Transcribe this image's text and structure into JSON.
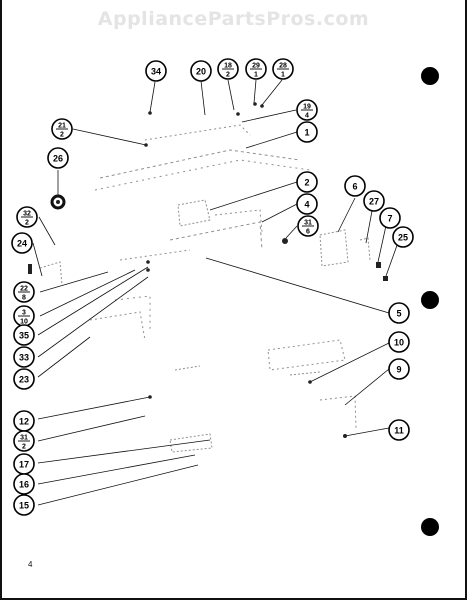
{
  "watermark": "AppliancePartsPros.com",
  "page_number": "4",
  "callouts": [
    {
      "id": "c34",
      "type": "single",
      "top": "34"
    },
    {
      "id": "c20",
      "type": "single",
      "top": "20"
    },
    {
      "id": "c18",
      "type": "fraction",
      "top": "18",
      "bottom": "2"
    },
    {
      "id": "c29",
      "type": "fraction",
      "top": "29",
      "bottom": "1"
    },
    {
      "id": "c28",
      "type": "fraction",
      "top": "28",
      "bottom": "1"
    },
    {
      "id": "c19",
      "type": "fraction",
      "top": "19",
      "bottom": "4"
    },
    {
      "id": "c1",
      "type": "single",
      "top": "1"
    },
    {
      "id": "c21",
      "type": "fraction",
      "top": "21",
      "bottom": "2"
    },
    {
      "id": "c26",
      "type": "single",
      "top": "26"
    },
    {
      "id": "c2",
      "type": "single",
      "top": "2"
    },
    {
      "id": "c6",
      "type": "single",
      "top": "6"
    },
    {
      "id": "c27",
      "type": "single",
      "top": "27"
    },
    {
      "id": "c4",
      "type": "single",
      "top": "4"
    },
    {
      "id": "c7",
      "type": "single",
      "top": "7"
    },
    {
      "id": "c32",
      "type": "fraction",
      "top": "32",
      "bottom": "2"
    },
    {
      "id": "c31a",
      "type": "fraction",
      "top": "31",
      "bottom": "6"
    },
    {
      "id": "c25",
      "type": "single",
      "top": "25"
    },
    {
      "id": "c24",
      "type": "single",
      "top": "24"
    },
    {
      "id": "c22",
      "type": "fraction",
      "top": "22",
      "bottom": "8"
    },
    {
      "id": "c3",
      "type": "fraction",
      "top": "3",
      "bottom": "10"
    },
    {
      "id": "c5",
      "type": "single",
      "top": "5"
    },
    {
      "id": "c35",
      "type": "single",
      "top": "35"
    },
    {
      "id": "c10",
      "type": "single",
      "top": "10"
    },
    {
      "id": "c33",
      "type": "single",
      "top": "33"
    },
    {
      "id": "c9",
      "type": "single",
      "top": "9"
    },
    {
      "id": "c23",
      "type": "single",
      "top": "23"
    },
    {
      "id": "c12",
      "type": "single",
      "top": "12"
    },
    {
      "id": "c11",
      "type": "single",
      "top": "11"
    },
    {
      "id": "c31b",
      "type": "fraction",
      "top": "31",
      "bottom": "2"
    },
    {
      "id": "c17",
      "type": "single",
      "top": "17"
    },
    {
      "id": "c16",
      "type": "single",
      "top": "16"
    },
    {
      "id": "c15",
      "type": "single",
      "top": "15"
    }
  ]
}
